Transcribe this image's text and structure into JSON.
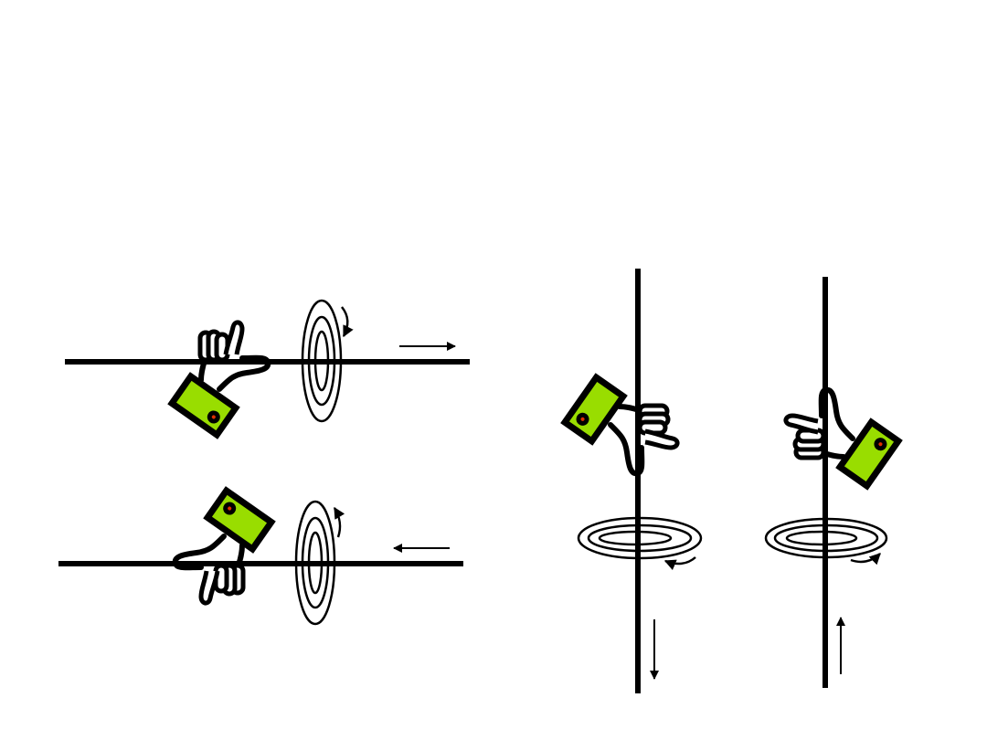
{
  "colors": {
    "background": "#ffffff",
    "wire": "#000000",
    "cuff": "#99dd00",
    "cuff_dot": "#e03000"
  },
  "panels": [
    {
      "name": "horizontal-wire-current-right",
      "current_direction": "right",
      "field_rotation": "clockwise-from-top"
    },
    {
      "name": "horizontal-wire-current-left",
      "current_direction": "left",
      "field_rotation": "counterclockwise-from-top"
    },
    {
      "name": "vertical-wire-current-down",
      "current_direction": "down",
      "field_rotation": "clockwise-from-above"
    },
    {
      "name": "vertical-wire-current-up",
      "current_direction": "up",
      "field_rotation": "counterclockwise-from-above"
    }
  ]
}
